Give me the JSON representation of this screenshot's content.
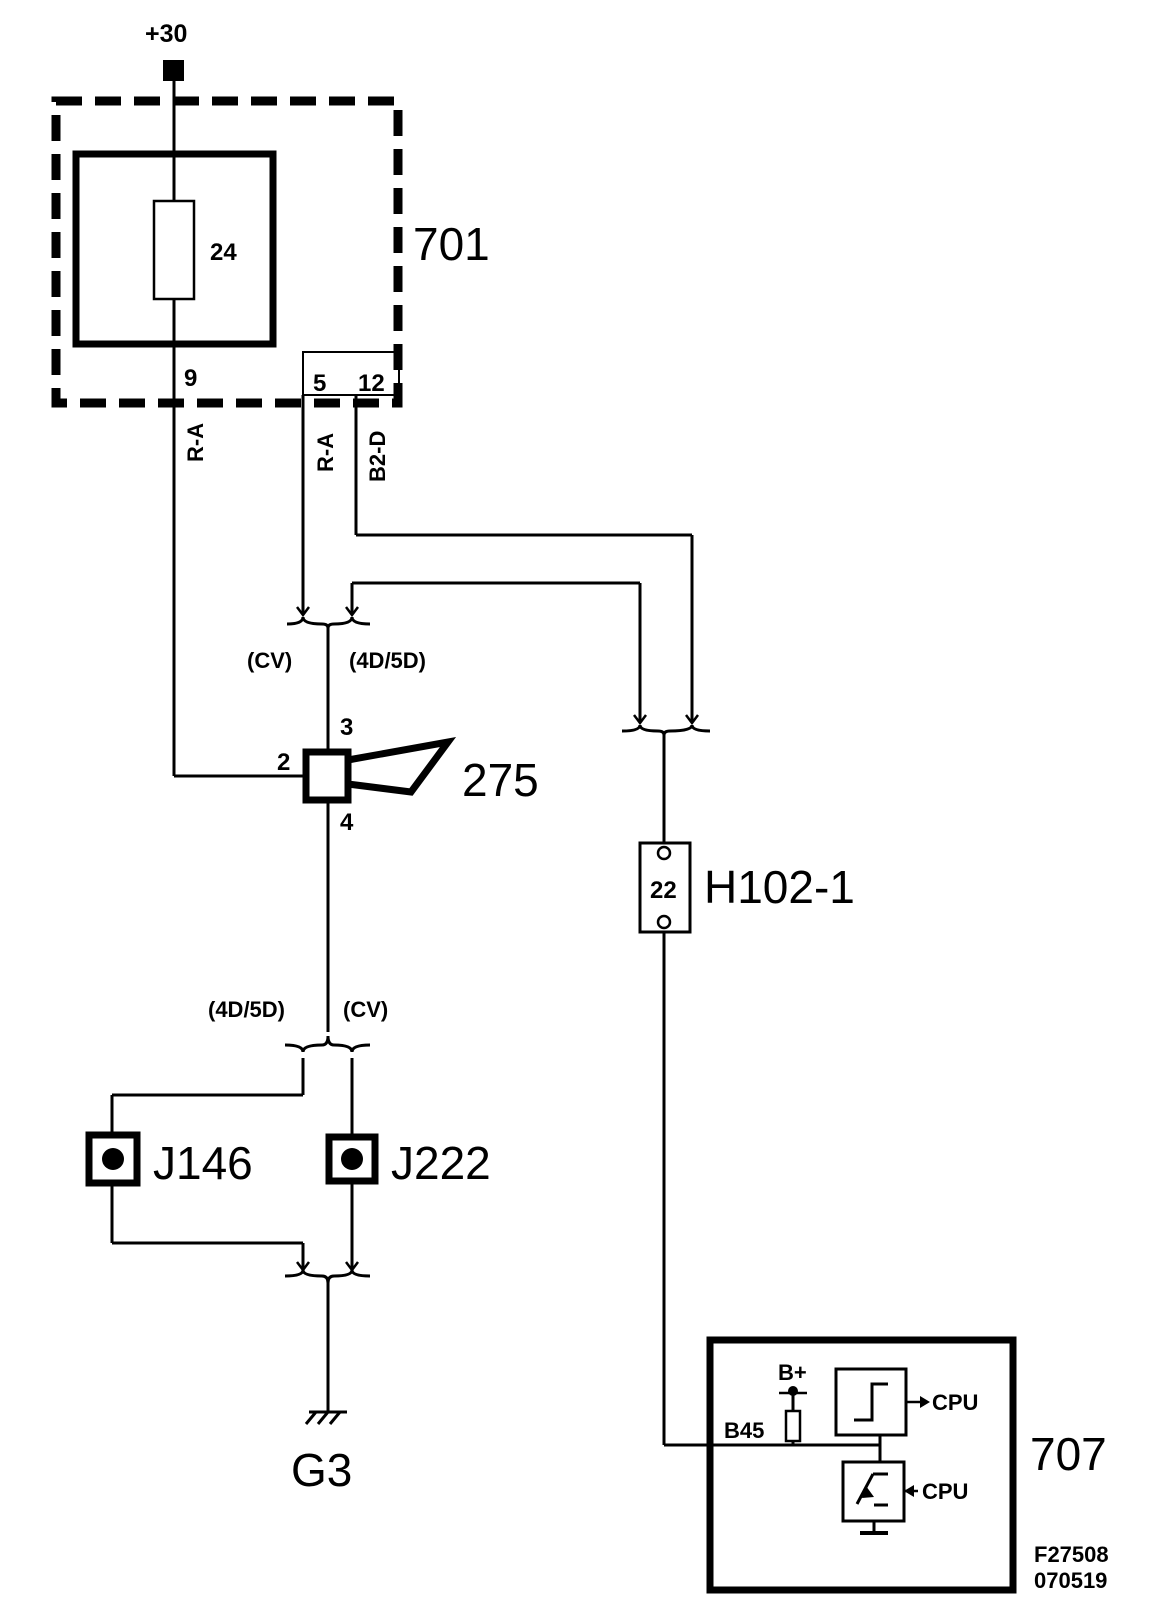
{
  "supply": {
    "label": "+30"
  },
  "fuse_unit": {
    "label": "701",
    "fuse_number": "24",
    "pin_feed": "9",
    "pin_a": "5",
    "pin_b": "12"
  },
  "wires": {
    "color_1": "R-A",
    "color_2": "R-A",
    "color_3": "B2-D"
  },
  "variants": {
    "cv": "(CV)",
    "four_five_door": "(4D/5D)"
  },
  "horn": {
    "label": "275",
    "pin_2": "2",
    "pin_3": "3",
    "pin_4": "4"
  },
  "connector": {
    "label": "H102-1",
    "pin": "22"
  },
  "switches": {
    "j146": "J146",
    "j222": "J222"
  },
  "ground": {
    "label": "G3"
  },
  "module": {
    "label": "707",
    "supply": "B+",
    "pin": "B45",
    "cpu_out": "CPU",
    "cpu_in": "CPU"
  },
  "figure": {
    "code": "F27508",
    "date": "070519"
  }
}
